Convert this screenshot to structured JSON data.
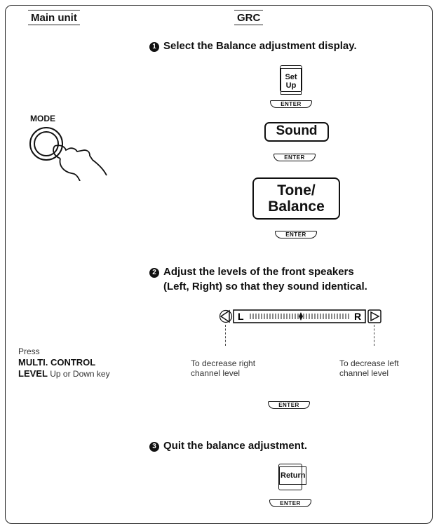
{
  "headers": {
    "main_unit": "Main unit",
    "grc": "GRC"
  },
  "steps": [
    {
      "number": "1",
      "text": "Select the Balance adjustment display."
    },
    {
      "number": "2",
      "line1": "Adjust the levels of the front speakers",
      "line2": "(Left, Right) so that they sound identical."
    },
    {
      "number": "3",
      "text": "Quit the balance adjustment."
    }
  ],
  "keys": {
    "setup": "Set Up",
    "enter": "ENTER",
    "sound": "Sound",
    "tone_line1": "Tone/",
    "tone_line2": "Balance",
    "return": "Return"
  },
  "main_unit": {
    "mode_label": "MODE"
  },
  "balance_display": {
    "left": "L",
    "right": "R"
  },
  "press_instruction": {
    "press": "Press",
    "control": "MULTI. CONTROL",
    "level_bold": "LEVEL",
    "level_rest": " Up or Down key"
  },
  "notes": {
    "left_line1": "To decrease right",
    "left_line2": "channel level",
    "right_line1": "To decrease left",
    "right_line2": "channel level"
  }
}
